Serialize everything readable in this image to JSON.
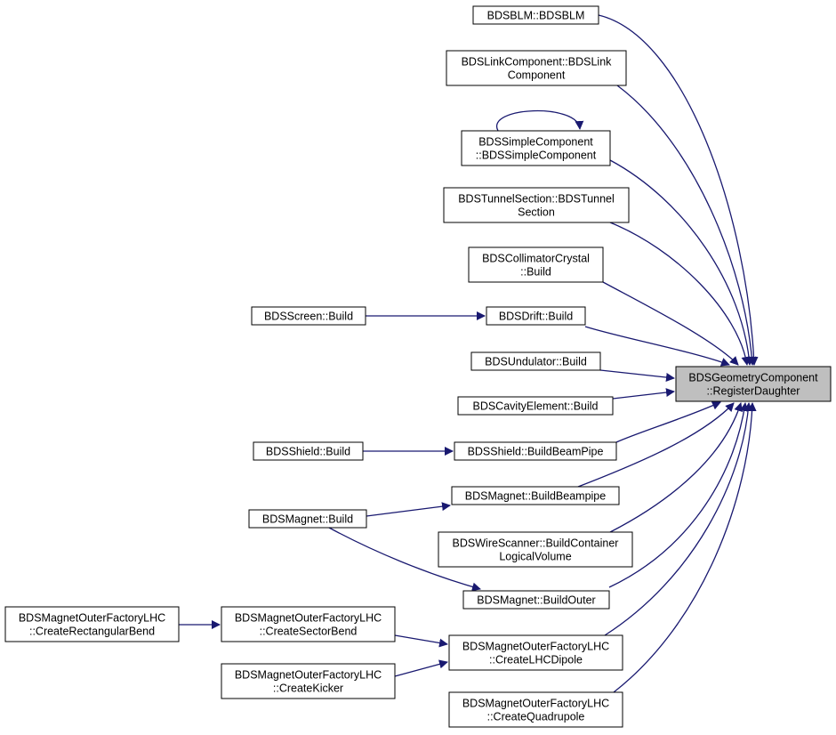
{
  "colors": {
    "edge": "#191970",
    "node_border": "#000000",
    "focus_fill": "#bfbfbf",
    "node_fill": "#ffffff"
  },
  "nodes": {
    "target": {
      "lines": [
        "BDSGeometryComponent",
        "::RegisterDaughter"
      ]
    },
    "blm": {
      "lines": [
        "BDSBLM::BDSBLM"
      ]
    },
    "link": {
      "lines": [
        "BDSLinkComponent::BDSLink",
        "Component"
      ]
    },
    "simple": {
      "lines": [
        "BDSSimpleComponent",
        "::BDSSimpleComponent"
      ]
    },
    "tunnel": {
      "lines": [
        "BDSTunnelSection::BDSTunnel",
        "Section"
      ]
    },
    "crystal": {
      "lines": [
        "BDSCollimatorCrystal",
        "::Build"
      ]
    },
    "screen": {
      "lines": [
        "BDSScreen::Build"
      ]
    },
    "drift": {
      "lines": [
        "BDSDrift::Build"
      ]
    },
    "undulator": {
      "lines": [
        "BDSUndulator::Build"
      ]
    },
    "cavity": {
      "lines": [
        "BDSCavityElement::Build"
      ]
    },
    "shield": {
      "lines": [
        "BDSShield::Build"
      ]
    },
    "shieldbp": {
      "lines": [
        "BDSShield::BuildBeamPipe"
      ]
    },
    "magnetbp": {
      "lines": [
        "BDSMagnet::BuildBeampipe"
      ]
    },
    "magnet": {
      "lines": [
        "BDSMagnet::Build"
      ]
    },
    "wire": {
      "lines": [
        "BDSWireScanner::BuildContainer",
        "LogicalVolume"
      ]
    },
    "outer": {
      "lines": [
        "BDSMagnet::BuildOuter"
      ]
    },
    "rectbend": {
      "lines": [
        "BDSMagnetOuterFactoryLHC",
        "::CreateRectangularBend"
      ]
    },
    "sectbend": {
      "lines": [
        "BDSMagnetOuterFactoryLHC",
        "::CreateSectorBend"
      ]
    },
    "lhcdipole": {
      "lines": [
        "BDSMagnetOuterFactoryLHC",
        "::CreateLHCDipole"
      ]
    },
    "kicker": {
      "lines": [
        "BDSMagnetOuterFactoryLHC",
        "::CreateKicker"
      ]
    },
    "quad": {
      "lines": [
        "BDSMagnetOuterFactoryLHC",
        "::CreateQuadrupole"
      ]
    }
  },
  "edges": [
    {
      "from": "blm",
      "to": "target"
    },
    {
      "from": "link",
      "to": "target"
    },
    {
      "from": "simple",
      "to": "target"
    },
    {
      "from": "simple",
      "to": "simple"
    },
    {
      "from": "tunnel",
      "to": "target"
    },
    {
      "from": "crystal",
      "to": "target"
    },
    {
      "from": "drift",
      "to": "target"
    },
    {
      "from": "screen",
      "to": "drift"
    },
    {
      "from": "undulator",
      "to": "target"
    },
    {
      "from": "cavity",
      "to": "target"
    },
    {
      "from": "shieldbp",
      "to": "target"
    },
    {
      "from": "shield",
      "to": "shieldbp"
    },
    {
      "from": "magnetbp",
      "to": "target"
    },
    {
      "from": "magnet",
      "to": "magnetbp"
    },
    {
      "from": "wire",
      "to": "target"
    },
    {
      "from": "outer",
      "to": "target"
    },
    {
      "from": "magnet",
      "to": "outer"
    },
    {
      "from": "lhcdipole",
      "to": "target"
    },
    {
      "from": "sectbend",
      "to": "lhcdipole"
    },
    {
      "from": "kicker",
      "to": "lhcdipole"
    },
    {
      "from": "rectbend",
      "to": "sectbend"
    },
    {
      "from": "quad",
      "to": "target"
    }
  ]
}
